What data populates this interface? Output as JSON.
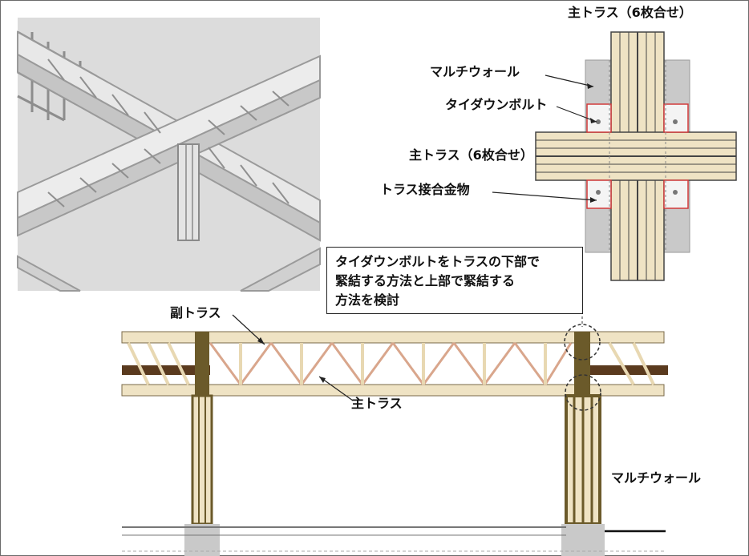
{
  "labels": {
    "top_truss_title": "主トラス（6枚合せ）",
    "multi_wall_top": "マルチウォール",
    "tie_down_bolt": "タイダウンボルト",
    "main_truss_mid": "主トラス（6枚合せ）",
    "truss_joint_hardware": "トラス接合金物",
    "sub_truss": "副トラス",
    "main_truss_elev": "主トラス",
    "multi_wall_bottom": "マルチウォール"
  },
  "note": {
    "lines": [
      "タイダウンボルトをトラスの下部で",
      "緊結する方法と上部で緊結する",
      "方法を検討"
    ]
  },
  "colors": {
    "wood_light": "#efe3c4",
    "wood_dark": "#6b5a2a",
    "beam_brown": "#5a3a1e",
    "hardware_red": "#d23b3b",
    "wall_gray": "#c9c9c9",
    "render_gray": "#d6d6d6"
  }
}
